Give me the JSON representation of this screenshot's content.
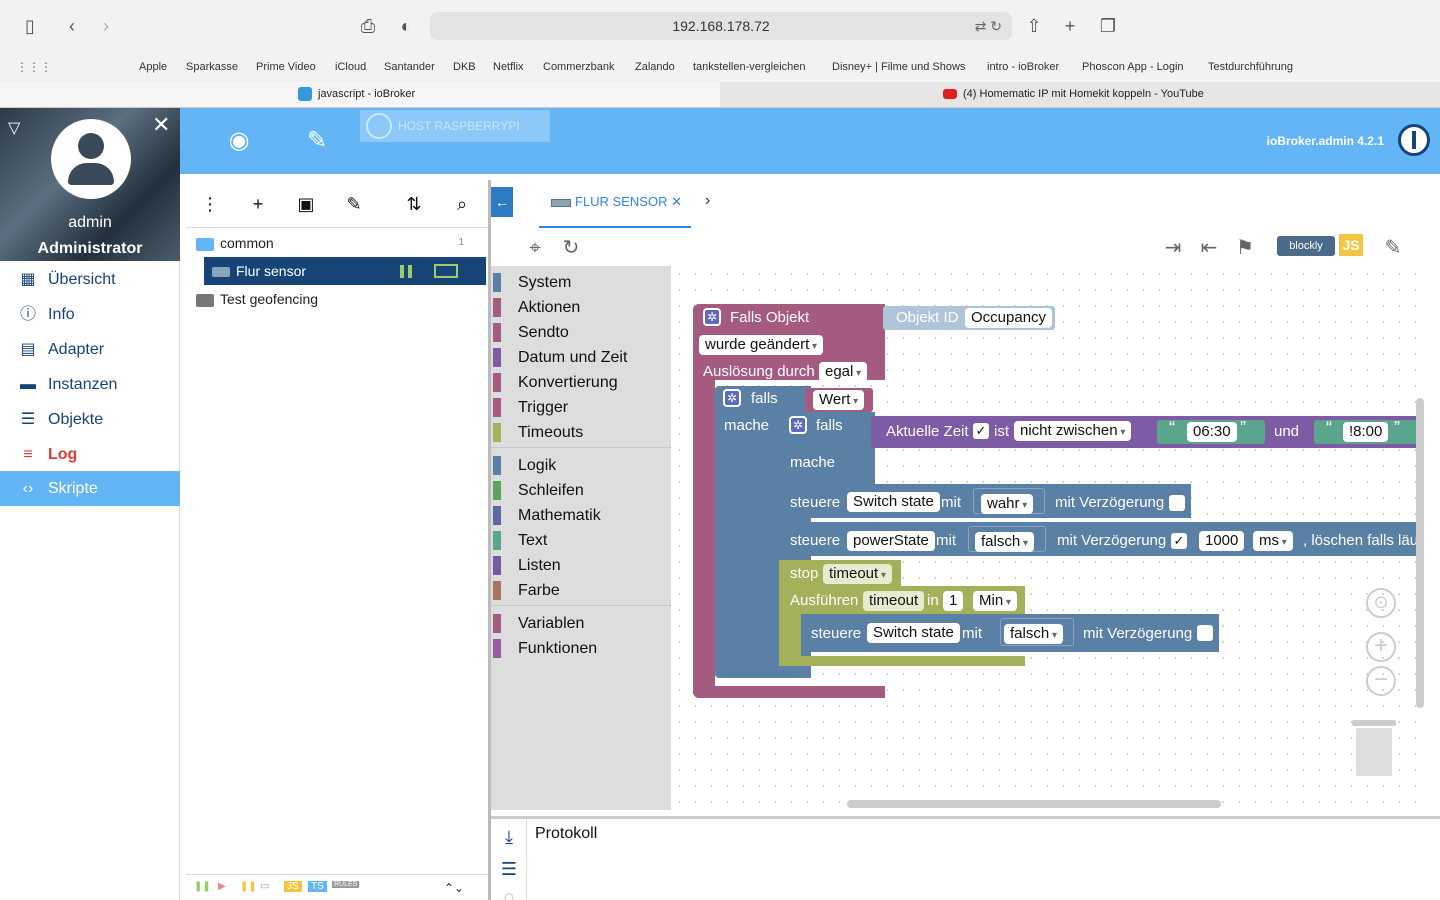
{
  "browser": {
    "url": "192.168.178.72",
    "bookmarks": [
      "Apple",
      "Sparkasse",
      "Prime Video",
      "iCloud",
      "Santander",
      "DKB",
      "Netflix",
      "Commerzbank",
      "Zalando",
      "tankstellen-vergleichen",
      "Disney+ | Filme und Shows",
      "intro - ioBroker",
      "Phoscon App - Login",
      "Testdurchführung"
    ],
    "tabs": [
      {
        "label": "javascript - ioBroker",
        "active": true
      },
      {
        "label": "(4) Homematic IP mit Homekit koppeln - YouTube",
        "active": false
      }
    ]
  },
  "header": {
    "host": "HOST RASPBERRYPI",
    "version": "ioBroker.admin 4.2.1"
  },
  "user": {
    "name": "admin",
    "role": "Administrator"
  },
  "nav": [
    {
      "label": "Übersicht",
      "icon": "grid-icon"
    },
    {
      "label": "Info",
      "icon": "info-icon"
    },
    {
      "label": "Adapter",
      "icon": "store-icon"
    },
    {
      "label": "Instanzen",
      "icon": "instances-icon"
    },
    {
      "label": "Objekte",
      "icon": "list-icon"
    },
    {
      "label": "Log",
      "icon": "log-icon"
    },
    {
      "label": "Skripte",
      "icon": "code-icon"
    }
  ],
  "tree": {
    "items": [
      {
        "label": "common",
        "count": "1"
      },
      {
        "label": "Flur sensor"
      },
      {
        "label": "Test geofencing"
      }
    ],
    "bottom": [
      "JS",
      "TS",
      "RULES"
    ]
  },
  "editor": {
    "tab_label": "FLUR SENSOR",
    "mode_blockly": "blockly",
    "mode_js": "JS",
    "categories_group1": [
      "System",
      "Aktionen",
      "Sendto",
      "Datum und Zeit",
      "Konvertierung",
      "Trigger",
      "Timeouts"
    ],
    "categories_group2": [
      "Logik",
      "Schleifen",
      "Mathematik",
      "Text",
      "Listen",
      "Farbe"
    ],
    "categories_group3": [
      "Variablen",
      "Funktionen"
    ],
    "category_colors": [
      "#5b80a5",
      "#a55b80",
      "#a55b80",
      "#7e5ba5",
      "#a55b80",
      "#a55b80",
      "#a5b05b",
      "#5b80a5",
      "#5ba55b",
      "#5b67a5",
      "#5ba58c",
      "#745ba5",
      "#a5745b",
      "#a55b80",
      "#9a5ba5"
    ],
    "log_title": "Protokoll"
  },
  "blocks": {
    "trigger": {
      "label": "Falls Objekt",
      "objid_label": "Objekt ID",
      "objid_value": "Occupancy",
      "changed": "wurde geändert",
      "trigger_by_label": "Auslösung durch",
      "trigger_by_value": "egal"
    },
    "if1": {
      "falls": "falls",
      "value": "Wert",
      "mache": "mache"
    },
    "if2": {
      "falls": "falls",
      "time_label": "Aktuelle Zeit",
      "ist": "ist",
      "op": "nicht zwischen",
      "t1": "06:30",
      "und": "und",
      "t2": "!8:00",
      "mache": "mache"
    },
    "ctrl1": {
      "label": "steuere",
      "state": "Switch state",
      "mit": "mit",
      "value": "wahr",
      "delay": "mit Verzögerung"
    },
    "ctrl2": {
      "label": "steuere",
      "state": "powerState",
      "mit": "mit",
      "value": "falsch",
      "delay": "mit Verzögerung",
      "ms_value": "1000",
      "unit": "ms",
      "clear": ", löschen falls läuf"
    },
    "stop": {
      "label": "stop",
      "name": "timeout"
    },
    "exec": {
      "label": "Ausführen",
      "name": "timeout",
      "in": "in",
      "value": "1",
      "unit": "Min"
    },
    "ctrl3": {
      "label": "steuere",
      "state": "Switch state",
      "mit": "mit",
      "value": "falsch",
      "delay": "mit Verzögerung"
    }
  }
}
